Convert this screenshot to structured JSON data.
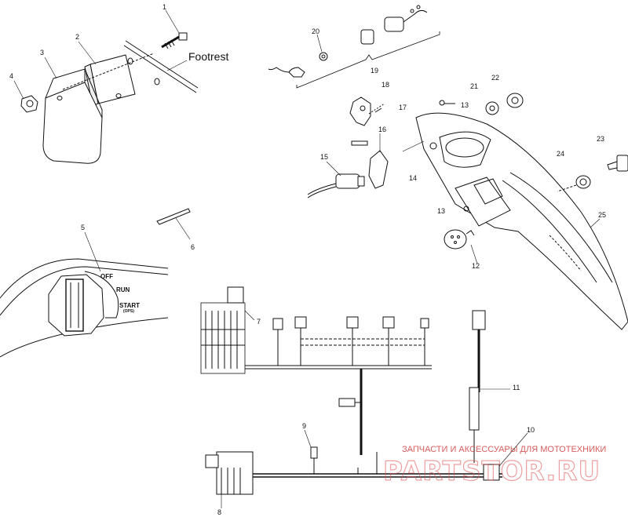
{
  "callouts": [
    "1",
    "2",
    "3",
    "4",
    "5",
    "6",
    "7",
    "8",
    "9",
    "10",
    "11",
    "12",
    "13",
    "13",
    "14",
    "15",
    "16",
    "17",
    "18",
    "19",
    "20",
    "21",
    "22",
    "23",
    "24",
    "25"
  ],
  "labels": {
    "footrest": "Footrest",
    "switch_off": "OFF",
    "switch_run": "RUN",
    "switch_start": "START",
    "switch_ops": "(OPS)"
  },
  "watermark": {
    "tagline": "ЗАПЧАСТИ И АКСЕССУАРЫ ДЛЯ МОТОТЕХНИКИ",
    "logo_text": "PARTSTOR.RU"
  },
  "colors": {
    "ink": "#111111",
    "watermark": "#e05050"
  }
}
